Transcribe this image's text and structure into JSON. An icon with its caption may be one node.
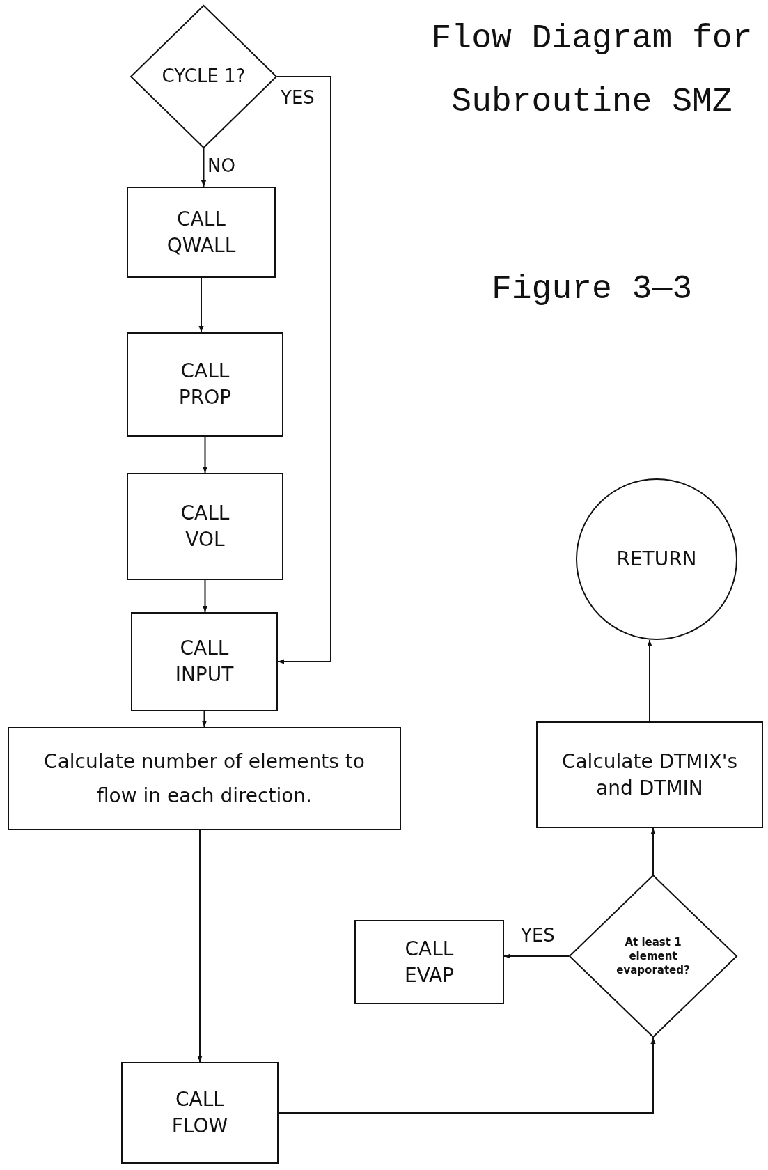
{
  "diagram": {
    "title": "Flow Diagram for Subroutine SMZ",
    "caption": "Figure 3—3",
    "nodes": [
      {
        "text": [
          "CYCLE 1?"
        ]
      },
      {
        "text": [
          "CALL QWALL"
        ]
      },
      {
        "text": [
          "CALL PROP"
        ]
      },
      {
        "text": [
          "CALL VOL"
        ]
      },
      {
        "text": [
          "CALL INPUT"
        ]
      },
      {
        "text": [
          "Calculate number of elements to flow in each direction."
        ]
      },
      {
        "text": [
          "CALL FLOW"
        ]
      },
      {
        "text": [
          "RETURN"
        ]
      },
      {
        "text": [
          "Calculate DTMIX's and DTMIN"
        ]
      },
      {
        "text": [
          "CALL EVAP"
        ]
      },
      {
        "text": [
          "At least 1 element evaporated?"
        ]
      }
    ],
    "edges": [
      {
        "from": 0,
        "to": 1,
        "arrow": "to",
        "label": "NO"
      },
      {
        "from": 0,
        "to": 4,
        "arrow": "to",
        "label": "YES"
      },
      {
        "from": 1,
        "to": 2,
        "arrow": "to"
      },
      {
        "from": 2,
        "to": 3,
        "arrow": "to"
      },
      {
        "from": 3,
        "to": 4,
        "arrow": "to"
      },
      {
        "from": 4,
        "to": 5,
        "arrow": "to"
      },
      {
        "from": 5,
        "to": 6,
        "arrow": "to"
      },
      {
        "from": 6,
        "to": 10,
        "arrow": "to"
      },
      {
        "from": 10,
        "to": 9,
        "arrow": "to",
        "label": "YES"
      },
      {
        "from": 10,
        "to": 8,
        "arrow": "to"
      },
      {
        "from": 8,
        "to": 7,
        "arrow": "to"
      }
    ]
  }
}
